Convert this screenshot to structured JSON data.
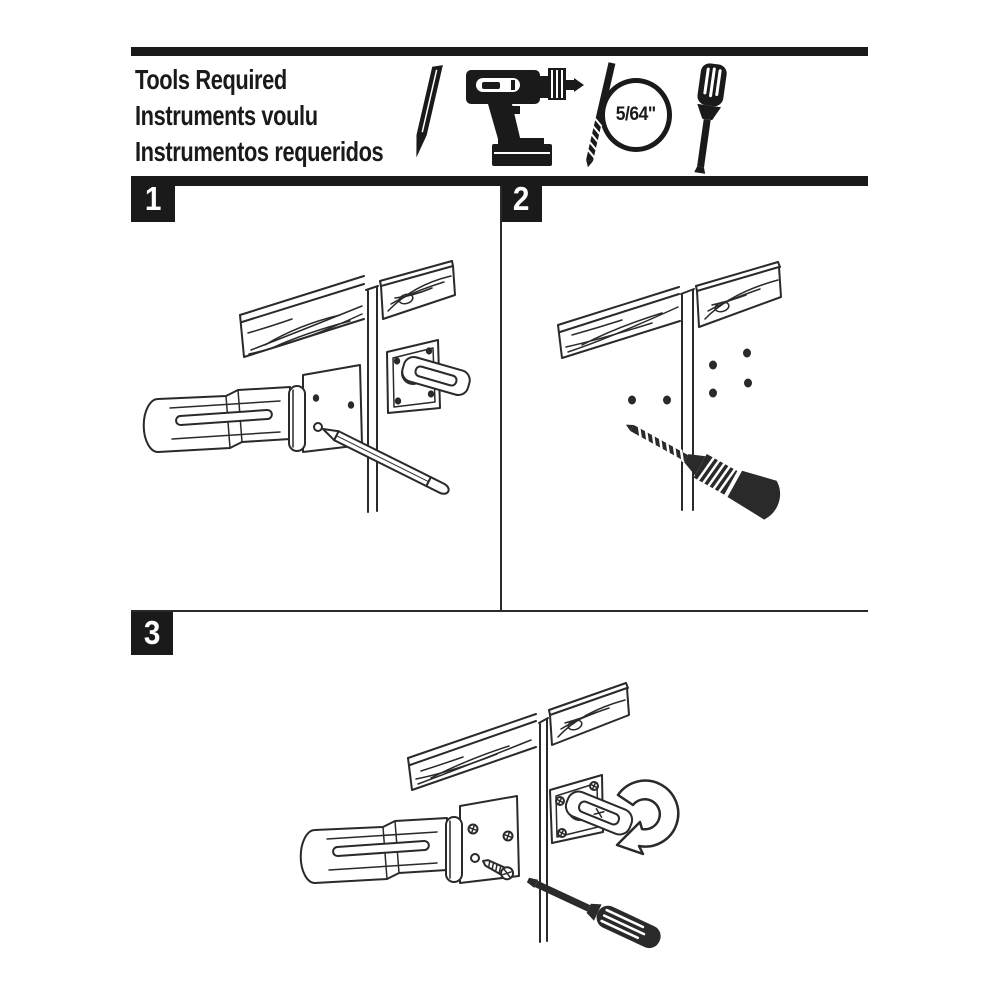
{
  "colors": {
    "ink": "#1a1a1a",
    "line": "#2a2a2a",
    "paper": "#ffffff"
  },
  "header": {
    "title_lines": [
      "Tools Required",
      "Instruments voulu",
      "Instrumentos requeridos"
    ],
    "tools": [
      {
        "name": "pencil"
      },
      {
        "name": "cordless-drill"
      },
      {
        "name": "drill-bit",
        "label": "5/64\""
      },
      {
        "name": "screwdriver"
      }
    ]
  },
  "steps": [
    {
      "number": "1"
    },
    {
      "number": "2"
    },
    {
      "number": "3"
    }
  ]
}
